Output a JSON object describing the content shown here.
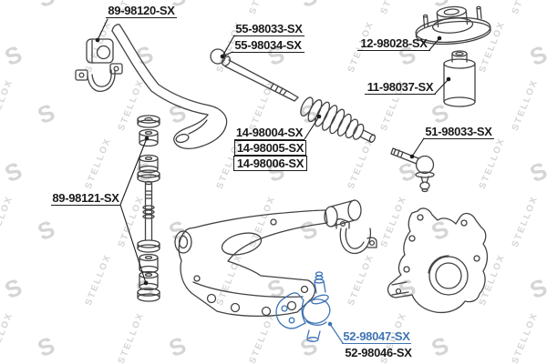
{
  "watermark": {
    "text": "STELLOX",
    "color": "#d5d5d5"
  },
  "colors": {
    "background": "#ffffff",
    "line_art": "#424242",
    "label_text": "#1a1a1a",
    "highlight_blue": "#3f74b5"
  },
  "diagram": {
    "type": "auto-parts-catalog-exploded-diagram",
    "parts": [
      "stabilizer-bar",
      "stabilizer-bar-bushing",
      "bushing-bracket",
      "stabilizer-link",
      "inner-tie-rod",
      "steering-rack-boot",
      "strut-mount",
      "bump-stop-boot",
      "tie-rod-end",
      "control-arm",
      "clamp-bracket",
      "steering-knuckle",
      "ball-joint"
    ],
    "labels": [
      {
        "part_number": "89-98120-SX",
        "target_part": "stabilizer-bar-bushing",
        "style": "underlined",
        "color": "black"
      },
      {
        "part_number": "55-98033-SX",
        "target_part": "inner-tie-rod",
        "style": "underlined",
        "color": "black"
      },
      {
        "part_number": "55-98034-SX",
        "target_part": "inner-tie-rod",
        "style": "underlined",
        "color": "black"
      },
      {
        "part_number": "12-98028-SX",
        "target_part": "strut-mount",
        "style": "underlined",
        "color": "black"
      },
      {
        "part_number": "11-98037-SX",
        "target_part": "bump-stop-boot",
        "style": "underlined",
        "color": "black"
      },
      {
        "part_number": "51-98033-SX",
        "target_part": "tie-rod-end",
        "style": "underlined",
        "color": "black"
      },
      {
        "part_number": "14-98004-SX",
        "target_part": "steering-rack-boot",
        "style": "underlined",
        "color": "black"
      },
      {
        "part_number": "14-98005-SX",
        "target_part": "steering-rack-boot",
        "style": "boxed",
        "color": "black"
      },
      {
        "part_number": "14-98006-SX",
        "target_part": "steering-rack-boot",
        "style": "boxed",
        "color": "black"
      },
      {
        "part_number": "89-98121-SX",
        "target_part": "stabilizer-link",
        "style": "underlined",
        "color": "black"
      },
      {
        "part_number": "52-98047-SX",
        "target_part": "ball-joint",
        "style": "underlined-link",
        "color": "blue",
        "highlighted": true
      },
      {
        "part_number": "52-98046-SX",
        "target_part": "ball-joint",
        "style": "plain",
        "color": "black"
      }
    ]
  }
}
